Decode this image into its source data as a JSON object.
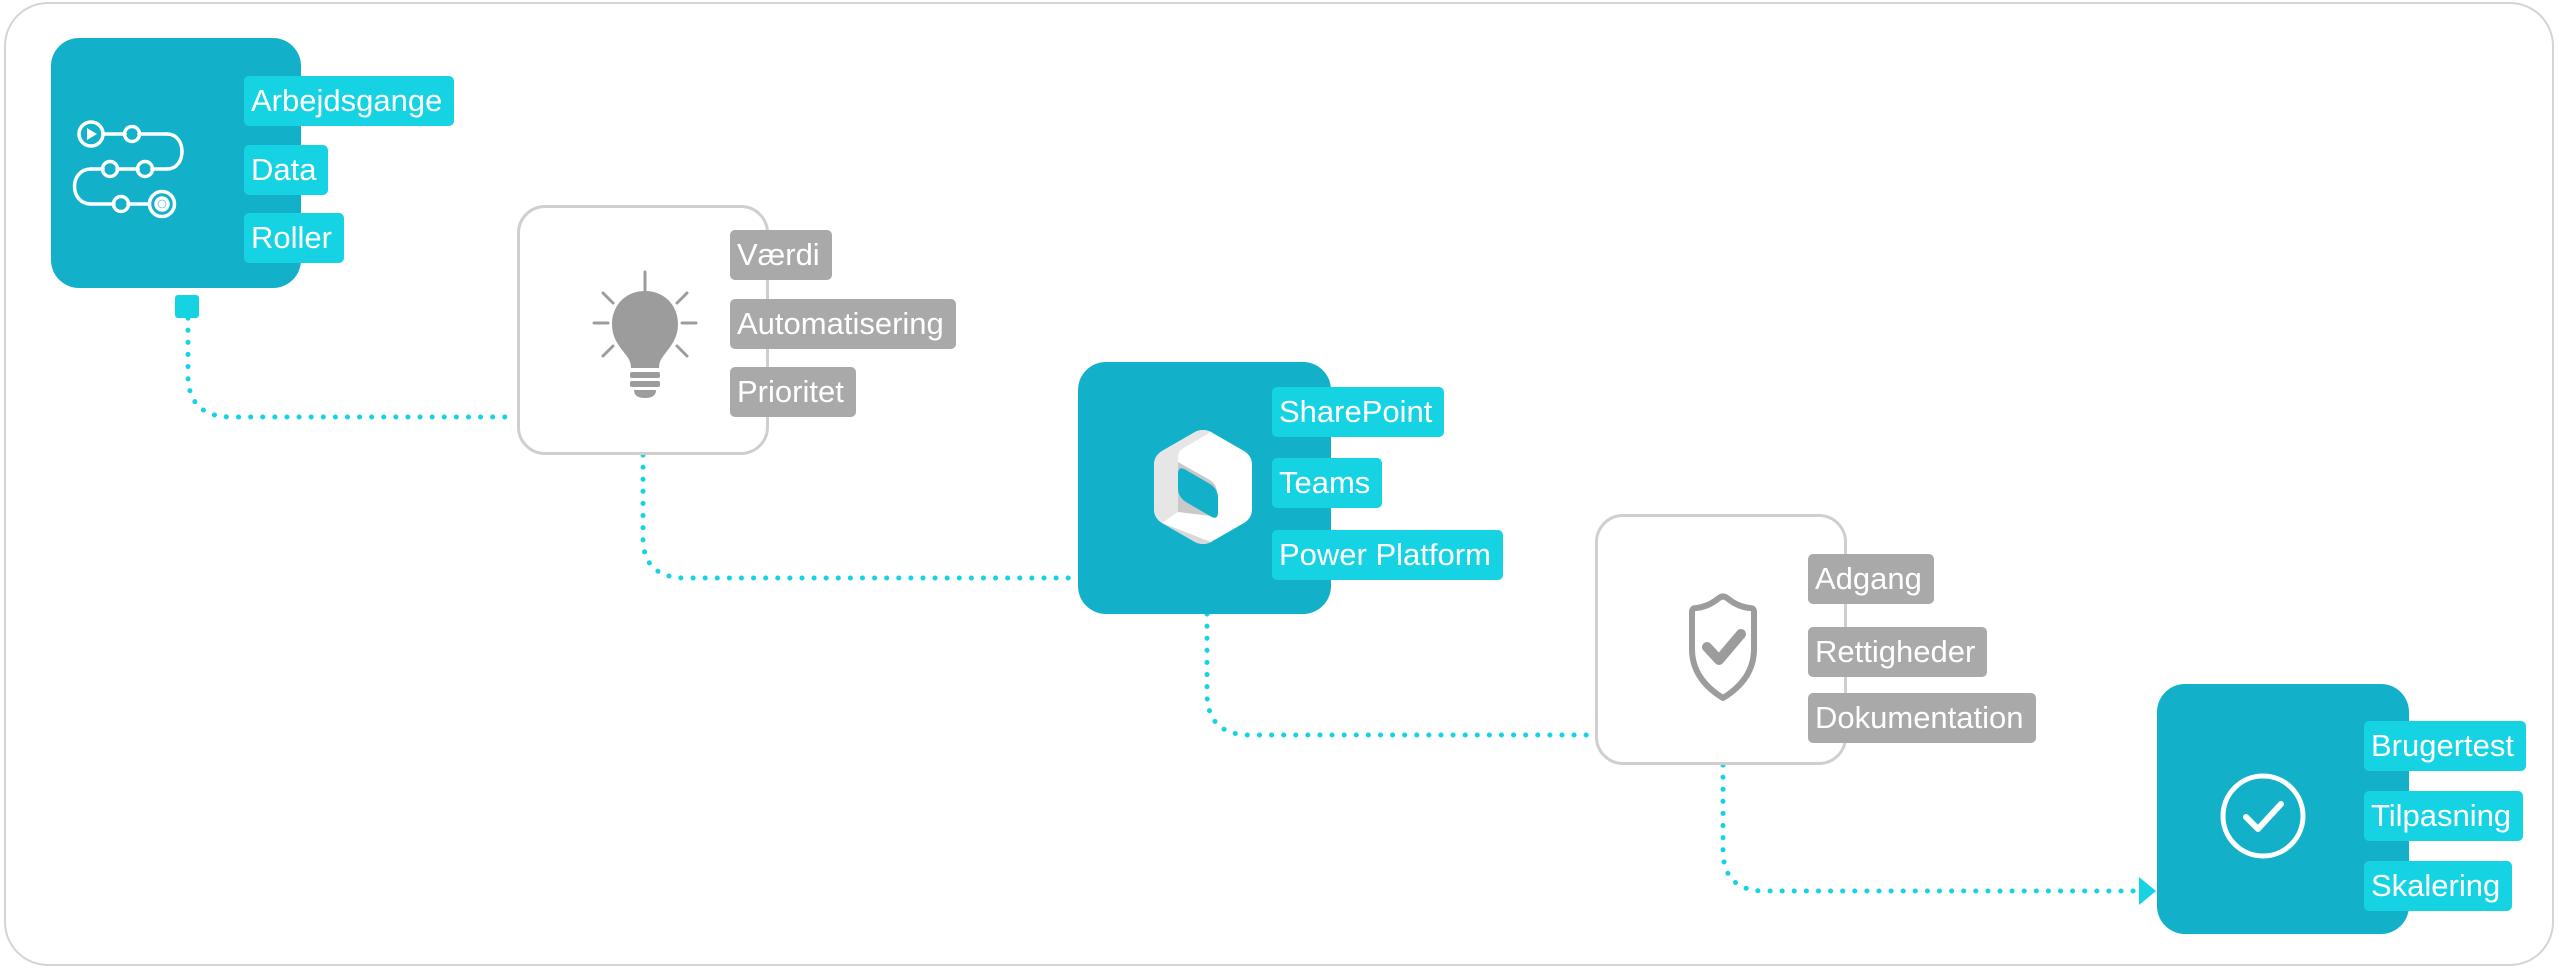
{
  "colors": {
    "teal_box": "#12b0c9",
    "teal_tag": "#16d3e4",
    "gray_tag": "#a9a9a9",
    "gray_border": "#cfcfcf",
    "connector": "#16d3e4"
  },
  "steps": [
    {
      "icon": "workflow-icon",
      "style": "teal",
      "tags": [
        "Arbejdsgange",
        "Data",
        "Roller"
      ]
    },
    {
      "icon": "lightbulb-icon",
      "style": "white",
      "tags": [
        "Værdi",
        "Automatisering",
        "Prioritet"
      ]
    },
    {
      "icon": "microsoft-365-icon",
      "style": "teal",
      "tags": [
        "SharePoint",
        "Teams",
        "Power Platform"
      ]
    },
    {
      "icon": "shield-check-icon",
      "style": "white",
      "tags": [
        "Adgang",
        "Rettigheder",
        "Dokumentation"
      ]
    },
    {
      "icon": "check-circle-icon",
      "style": "teal",
      "tags": [
        "Brugertest",
        "Tilpasning",
        "Skalering"
      ]
    }
  ]
}
